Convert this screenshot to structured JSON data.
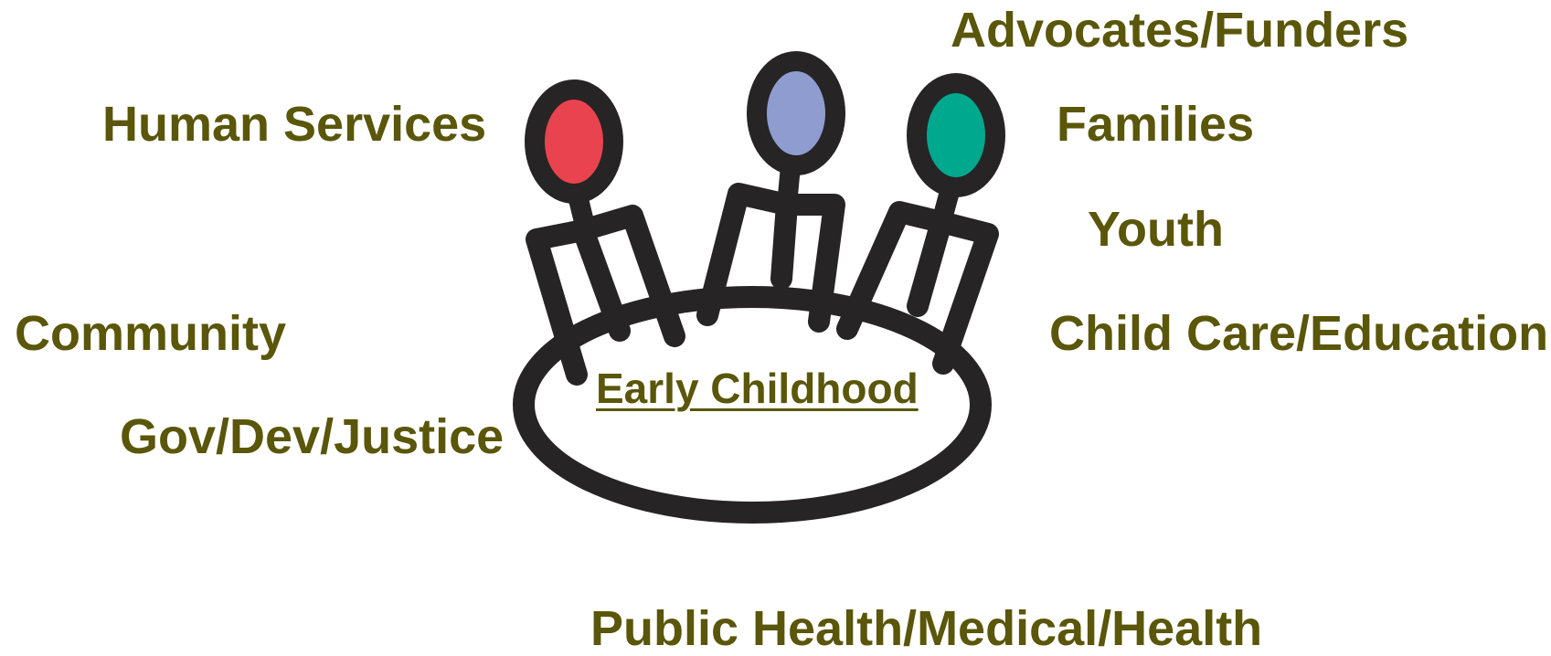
{
  "center_label": "Early Childhood",
  "stakeholders": {
    "advocates": "Advocates/Funders",
    "human_services": "Human Services",
    "families": "Families",
    "youth": "Youth",
    "community": "Community",
    "child_care": "Child Care/Education",
    "gov": "Gov/Dev/Justice",
    "public_health": "Public Health/Medical/Health"
  },
  "colors": {
    "text": "#5a560a",
    "outline": "#262424",
    "head_left": "#e8434f",
    "head_center": "#8f9ccf",
    "head_right": "#00a88e"
  }
}
